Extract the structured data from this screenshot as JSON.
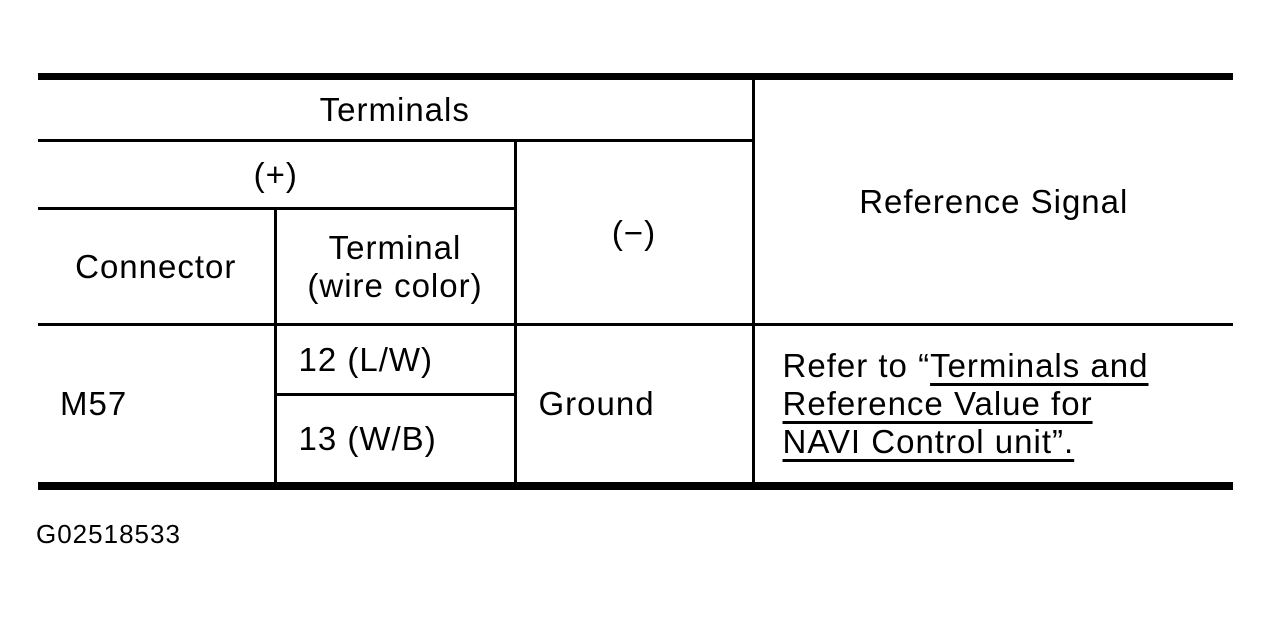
{
  "page": {
    "background": "#ffffff",
    "ink_color": "#000000",
    "caption": "G02518533"
  },
  "table": {
    "headers": {
      "terminals": "Terminals",
      "plus": "(+)",
      "minus": "(−)",
      "connector": "Connector",
      "terminal_line1": "Terminal",
      "terminal_line2": "(wire color)",
      "reference_signal": "Reference Signal"
    },
    "row": {
      "connector": "M57",
      "terminal_1": "12 (L/W)",
      "terminal_2": "13 (W/B)",
      "minus": "Ground",
      "reference": {
        "prefix": "Refer to “",
        "link_lines": [
          "Terminals and",
          "Reference Value for",
          "NAVI Control unit”."
        ],
        "full_text": "Refer to “Terminals and Reference Value for NAVI Control unit”."
      }
    }
  }
}
